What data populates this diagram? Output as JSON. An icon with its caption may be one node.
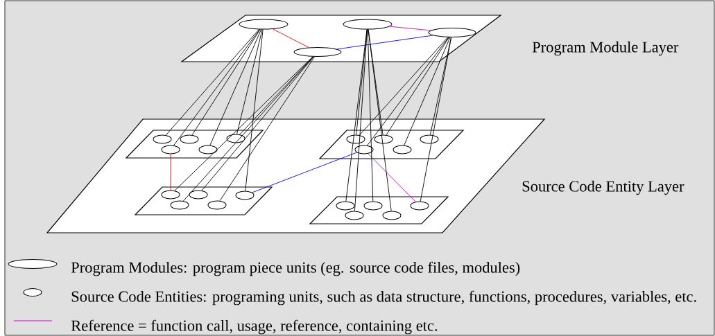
{
  "diagram": {
    "nodes": [
      {
        "text": [
          "Program Module Layer"
        ]
      },
      {
        "text": [],
        "shape": "ellipse",
        "in": 0
      },
      {
        "text": [],
        "shape": "ellipse",
        "in": 0
      },
      {
        "text": [],
        "shape": "ellipse",
        "in": 0
      },
      {
        "text": [],
        "shape": "ellipse",
        "in": 0
      },
      {
        "text": [
          "Source Code Entity Layer"
        ]
      },
      {
        "text": [],
        "shape": "parallelogram",
        "in": 5
      },
      {
        "text": [],
        "shape": "parallelogram",
        "in": 5
      },
      {
        "text": [],
        "shape": "parallelogram",
        "in": 5
      },
      {
        "text": [],
        "shape": "parallelogram",
        "in": 5
      },
      {
        "text": [],
        "shape": "ellipse",
        "in": 6
      },
      {
        "text": [],
        "shape": "ellipse",
        "in": 6
      },
      {
        "text": [],
        "shape": "ellipse",
        "in": 6
      },
      {
        "text": [],
        "shape": "ellipse",
        "in": 6
      },
      {
        "text": [],
        "shape": "ellipse",
        "in": 6
      },
      {
        "text": [],
        "shape": "ellipse",
        "in": 7
      },
      {
        "text": [],
        "shape": "ellipse",
        "in": 7
      },
      {
        "text": [],
        "shape": "ellipse",
        "in": 7
      },
      {
        "text": [],
        "shape": "ellipse",
        "in": 7
      },
      {
        "text": [],
        "shape": "ellipse",
        "in": 7
      },
      {
        "text": [],
        "shape": "ellipse",
        "in": 8
      },
      {
        "text": [],
        "shape": "ellipse",
        "in": 8
      },
      {
        "text": [],
        "shape": "ellipse",
        "in": 8
      },
      {
        "text": [],
        "shape": "ellipse",
        "in": 8
      },
      {
        "text": [],
        "shape": "ellipse",
        "in": 8
      },
      {
        "text": [],
        "shape": "ellipse",
        "in": 9
      },
      {
        "text": [],
        "shape": "ellipse",
        "in": 9
      },
      {
        "text": [],
        "shape": "ellipse",
        "in": 9
      },
      {
        "text": [],
        "shape": "ellipse",
        "in": 9
      },
      {
        "text": [],
        "shape": "ellipse",
        "in": 9
      }
    ],
    "edges": [
      {
        "from": 1,
        "to": 2,
        "arrow": "none",
        "color": "#ff0000"
      },
      {
        "from": 3,
        "to": 4,
        "arrow": "none",
        "color": "#cc00cc"
      },
      {
        "from": 2,
        "to": 4,
        "arrow": "none",
        "color": "#0000ff"
      },
      {
        "from": 13,
        "to": 20,
        "arrow": "none",
        "color": "#ff0000"
      },
      {
        "from": 22,
        "to": 18,
        "arrow": "none",
        "color": "#0000ff"
      },
      {
        "from": 18,
        "to": 27,
        "arrow": "none",
        "color": "#cc00cc"
      },
      {
        "from": 1,
        "to": 10,
        "arrow": "none"
      },
      {
        "from": 1,
        "to": 11,
        "arrow": "none"
      },
      {
        "from": 1,
        "to": 13,
        "arrow": "none"
      },
      {
        "from": 1,
        "to": 14,
        "arrow": "none"
      },
      {
        "from": 1,
        "to": 12,
        "arrow": "none"
      },
      {
        "from": 1,
        "to": 22,
        "arrow": "none"
      },
      {
        "from": 2,
        "to": 12,
        "arrow": "none"
      },
      {
        "from": 2,
        "to": 20,
        "arrow": "none"
      },
      {
        "from": 2,
        "to": 21,
        "arrow": "none"
      },
      {
        "from": 2,
        "to": 23,
        "arrow": "none"
      },
      {
        "from": 2,
        "to": 24,
        "arrow": "none"
      },
      {
        "from": 3,
        "to": 15,
        "arrow": "none"
      },
      {
        "from": 3,
        "to": 16,
        "arrow": "none"
      },
      {
        "from": 3,
        "to": 25,
        "arrow": "none"
      },
      {
        "from": 3,
        "to": 28,
        "arrow": "none"
      },
      {
        "from": 3,
        "to": 26,
        "arrow": "none"
      },
      {
        "from": 3,
        "to": 29,
        "arrow": "none"
      },
      {
        "from": 4,
        "to": 15,
        "arrow": "none"
      },
      {
        "from": 4,
        "to": 16,
        "arrow": "none"
      },
      {
        "from": 4,
        "to": 17,
        "arrow": "none"
      },
      {
        "from": 4,
        "to": 18,
        "arrow": "none"
      },
      {
        "from": 4,
        "to": 19,
        "arrow": "none"
      },
      {
        "from": 4,
        "to": 27,
        "arrow": "none"
      }
    ],
    "legend": [
      {
        "text": "Program Modules: program piece units (eg. source code files, modules)"
      },
      {
        "text": "Source Code Entities: programing units, such as data structure, functions, procedures, variables, etc."
      },
      {
        "text": "Reference = function call, usage, reference, containing etc."
      }
    ]
  }
}
